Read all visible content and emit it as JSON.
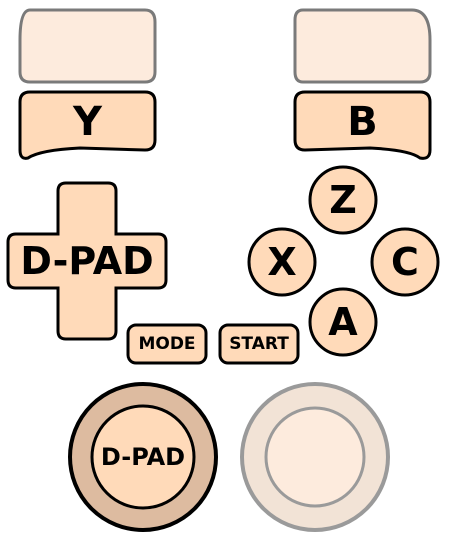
{
  "controls": {
    "left_bumper": {
      "label": ""
    },
    "left_trigger": {
      "label": "Y"
    },
    "right_bumper": {
      "label": ""
    },
    "right_trigger": {
      "label": "B"
    },
    "dpad": {
      "label": "D-PAD"
    },
    "face_buttons": {
      "z": "Z",
      "x": "X",
      "c": "C",
      "a": "A"
    },
    "mode": {
      "label": "MODE"
    },
    "start": {
      "label": "START"
    },
    "left_stick": {
      "label": "D-PAD"
    },
    "right_stick": {
      "label": ""
    }
  },
  "colors": {
    "fill": "#FFDAB9",
    "fill_light": "#FDEBDD",
    "stick_ring_left": "#DDBBA0",
    "stick_ring_right": "#F2E3D6",
    "outline": "#000000",
    "outline_soft": "#7A7A7A",
    "stroke": "#444444"
  }
}
